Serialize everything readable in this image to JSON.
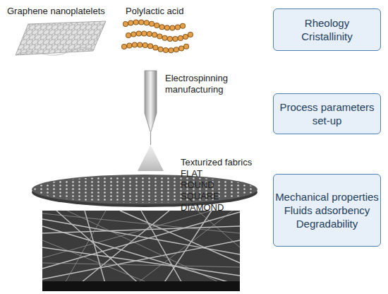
{
  "diagram": {
    "nodes": [
      {
        "text": [
          "Rheology",
          "Cristallinity"
        ]
      },
      {
        "text": [
          "Process parameters set-up"
        ]
      },
      {
        "text": [
          "Mechanical properties",
          "Fluids adsorbency",
          "Degradability"
        ]
      }
    ],
    "labels": [
      "Graphene nanoplatelets",
      "Polylactic acid",
      "Electrospinning manufacturing",
      "Texturized fabrics",
      "FLAT",
      "ROUND",
      "SQUARE",
      "DIAMOND"
    ]
  }
}
